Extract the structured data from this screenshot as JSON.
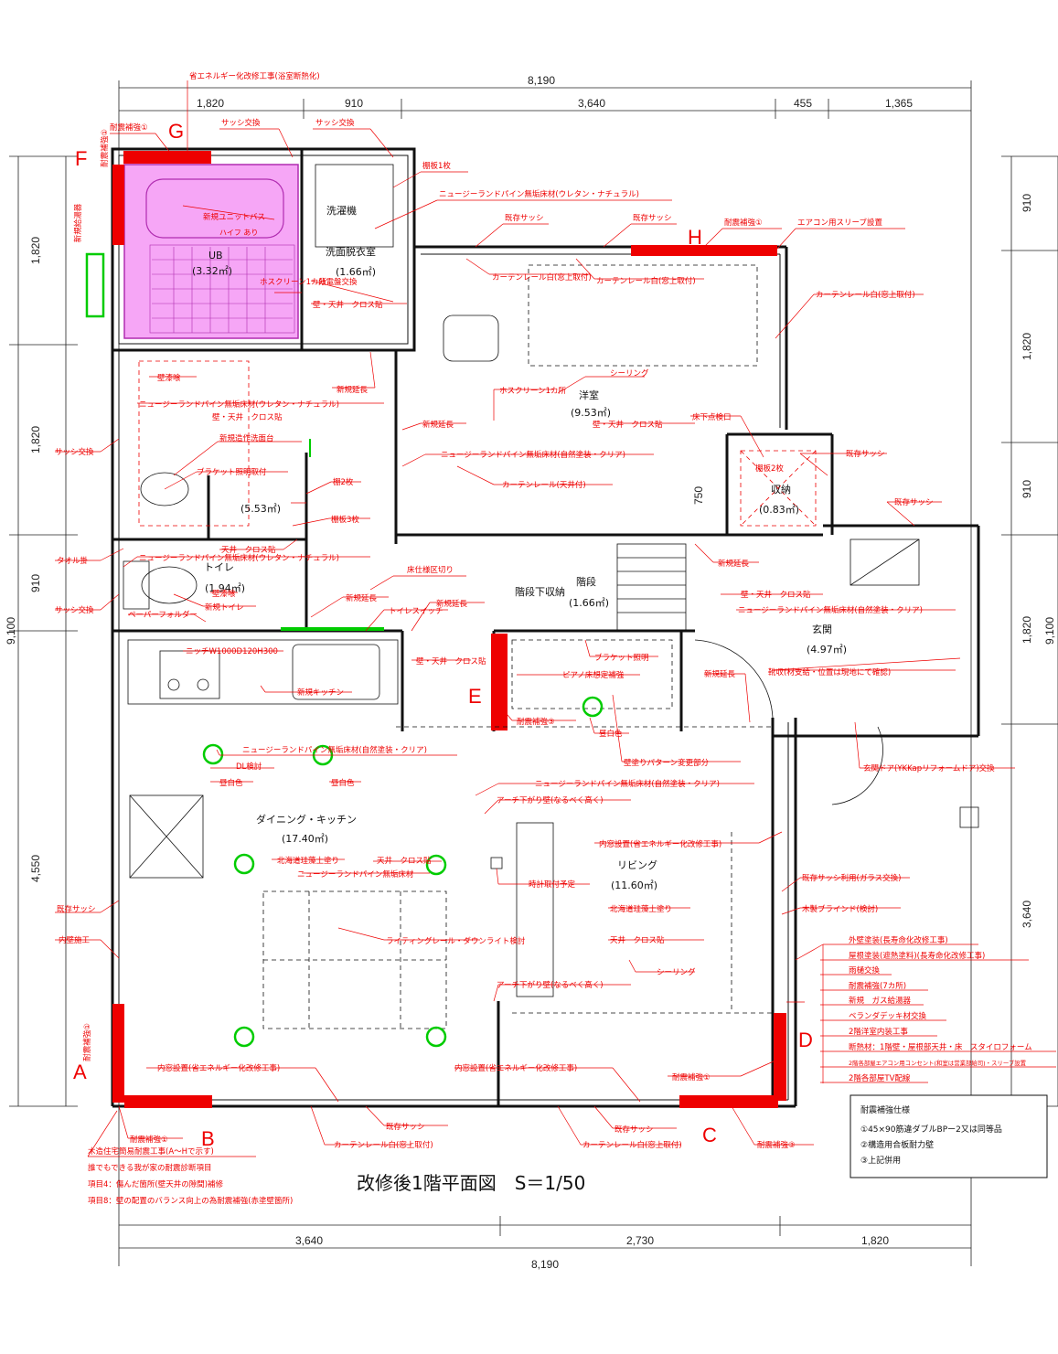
{
  "title": "改修後1階平面図　S＝1/50",
  "dims": {
    "top_total": "8,190",
    "top_segments": [
      "1,820",
      "910",
      "3,640",
      "455",
      "1,365"
    ],
    "bottom_segments": [
      "3,640",
      "2,730",
      "1,820"
    ],
    "bottom_total": "8,190",
    "left_total": "9,100",
    "left_segments": [
      "1,820",
      "1,820",
      "910",
      "4,550"
    ],
    "right_total": "9,100",
    "right_segments": [
      "910",
      "1,820",
      "910",
      "1,820",
      "3,640"
    ],
    "stair_750": "750"
  },
  "markers": [
    "G",
    "F",
    "H",
    "E",
    "A",
    "B",
    "C",
    "D"
  ],
  "rooms": {
    "ub": "UB",
    "ub_area": "(3.32㎡)",
    "senmen": "洗面脱衣室",
    "senmen_area": "(1.66㎡)",
    "sentakuki": "洗濯機",
    "youshitsu": "洋室",
    "youshitsu_area": "(9.53㎡)",
    "shuno": "収納",
    "shuno_area": "(0.83㎡)",
    "toilet": "トイレ",
    "toilet_area": "(1.94㎡)",
    "area_553": "(5.53㎡)",
    "kaidan": "階段",
    "kaidan_area": "(1.66㎡)",
    "kaidan_shuno": "階段下収納",
    "genkan": "玄関",
    "genkan_area": "(4.97㎡)",
    "dk": "ダイニング・キッチン",
    "dk_area": "(17.40㎡)",
    "living": "リビング",
    "living_area": "(11.60㎡)"
  },
  "notes": {
    "top_shoene": "省エネルギー化改修工事(浴室断熱化)",
    "taishin1_tl": "耐震補強①",
    "sash1": "サッシ交換",
    "sash2": "サッシ交換",
    "tanaita1": "棚板1枚",
    "nj1": "ニュージーランドパイン無垢床材(ウレタン・ナチュラル)",
    "shinki_ub": "新規ユニットバス",
    "haifu": "ハイフ あり",
    "kizon_sash1": "既存サッシ",
    "kizon_sash2": "既存サッシ",
    "taishin1_h": "耐震補強①",
    "aircon_sleeve": "エアコン用スリーブ設置",
    "curtain_w1": "カーテンレール白(窓上取付)",
    "curtain_w2": "カーテンレール白(窓上取付)",
    "curtain_w3": "カーテンレール白(窓上取付)",
    "hosu": "ホスクリーン1カ所",
    "bunkiban": "分電盤交換",
    "kabe_cross1": "壁・天井　クロス貼",
    "kabe_cross2": "壁・天井　クロス貼",
    "kabe_cross3": "壁・天井　クロス貼",
    "heki_shikkui": "壁漆喰",
    "shinki_enchou1": "新規延長",
    "nj2": "ニュージーランドパイン無垢床材(ウレタン・ナチュラル)",
    "sealing1": "シーリング",
    "shinki_enchou2": "新規延長",
    "hosu_circle": "ホスクリーン1カ所",
    "youshitsu_cross": "壁・天井　クロス貼",
    "yukashita": "床下点検口",
    "kizon_sash3": "既存サッシ",
    "sash_left": "サッシ交換",
    "shinki_senmendai": "新規造作洗面台",
    "bracket1": "ブラケット照明取付",
    "nj_clear1": "ニュージーランドパイン無垢床材(自然塗装・クリア)",
    "curtain_ceiling": "カーテンレール(天井付)",
    "tanaita2": "棚2枚",
    "tanaita2_2": "棚板2枚",
    "tanaita3": "棚板3枚",
    "kizon_sash4": "既存サッシ",
    "towel": "タオル掛",
    "tenjou_cross": "天井　クロス貼",
    "nj3": "ニュージーランドパイン無垢床材(ウレタン・ナチュラル)",
    "yuka_kubun": "床仕様区切り",
    "shinki_enchou3": "新規延長",
    "shinki_enchou4": "新規延長",
    "shinki_enchou5": "新規延長",
    "kabe_cross4": "壁・天井　クロス貼",
    "nj_clear2": "ニュージーランドパイン無垢床材(自然塗装・クリア)",
    "sash_left2": "サッシ交換",
    "paper": "ペーパーフォルダー",
    "shinki_toilet": "新規トイレ",
    "kabe_shikkui2": "壁漆喰",
    "toilet_switch": "トイレスイッチ",
    "niche": "ニッチW1000D120H300",
    "bracket2": "ブラケット照明",
    "piano": "ピアノ床想定補強",
    "kabe_cross5": "壁・天井　クロス貼",
    "kutsu": "靴収(材支給・位置は現地にて確認)",
    "shinki_enchou6": "新規延長",
    "shinki_kitchen": "新規キッチン",
    "taishin3_e": "耐震補強③",
    "chuukoushoku1": "昼白色",
    "kabenuri_henkou": "壁塗りパターン変更部分",
    "genkan_door": "玄関ドア(YKKapリフォームドア)交換",
    "nj_clear3": "ニュージーランドパイン無垢床材(自然塗装・クリア)",
    "dl": "DL検討",
    "chuukoushoku2": "昼白色",
    "chuukoushoku3": "昼白色",
    "nj_clear4": "ニュージーランドパイン無垢床材(自然塗装・クリア)",
    "arch1": "アーチ下がり壁(なるべく高く)",
    "uchimado1": "内窓設置(省エネルギー化改修工事)",
    "hokkaido1": "北海道珪藻土塗り",
    "tenjou_cross2": "天井　クロス貼",
    "nj_muku": "ニュージーランドパイン無垢床材",
    "tokei": "時計取付予定",
    "kizon_sash_glass": "既存サッシ利用(ガラス交換)",
    "kizon_sash5": "既存サッシ",
    "mokusei_blind": "木製ブラインド(検討)",
    "hokkaido2": "北海道珪藻土塗り",
    "lighting_rail": "ライティングレール・ダウンライト検討",
    "tenjou_cross3": "天井　クロス貼",
    "naiheki": "内壁施工",
    "sealing2": "シーリング",
    "arch2": "アーチ下がり壁(なるべく高く)",
    "taishin1_a": "耐震補強①",
    "uchimado2": "内窓設置(省エネルギー化改修工事)",
    "uchimado3": "内窓設置(省エネルギー化改修工事)",
    "taishin1_d": "耐震補強①",
    "kizon_sash6": "既存サッシ",
    "kizon_sash7": "既存サッシ",
    "taishin1_b": "耐震補強①",
    "curtain_w4": "カーテンレール白(窓上取付)",
    "curtain_w5": "カーテンレール白(窓上取付)",
    "taishin3_c": "耐震補強③",
    "shin_kyuutou": "新規給湯器",
    "taishin1_f": "耐震補強①"
  },
  "right_list": [
    "外壁塗装(長寿命化改修工事)",
    "屋根塗装(遮熱塗料)(長寿命化改修工事)",
    "雨樋交換",
    "耐震補強(7カ所)",
    "新規　ガス給湯器",
    "ベランダデッキ材交換",
    "2階洋室内装工事",
    "断熱材：1階壁・屋根部天井・床　スタイロフォーム",
    "2階各部屋エアコン用コンセント(和室は営業部給司)・スリーブ設置",
    "2階各部屋TV配線"
  ],
  "bottom_notes": [
    "木造住宅簡易耐震工事(A～Hで示す)",
    "誰でもできる我が家の耐震診断項目",
    "項目4：傷んだ箇所(壁天井の隙間)補修",
    "項目8：壁の配置のバランス向上の為耐震補強(赤塗壁箇所)"
  ],
  "spec_box": {
    "title": "耐震補強仕様",
    "lines": [
      "①45×90筋違ダブルBPー2又は同等品",
      "②構造用合板耐力壁",
      "③上記併用"
    ]
  },
  "colors": {
    "red": "#ee0000",
    "wall": "#111111",
    "ub": "#f6a6f6",
    "green": "#00cc00"
  }
}
